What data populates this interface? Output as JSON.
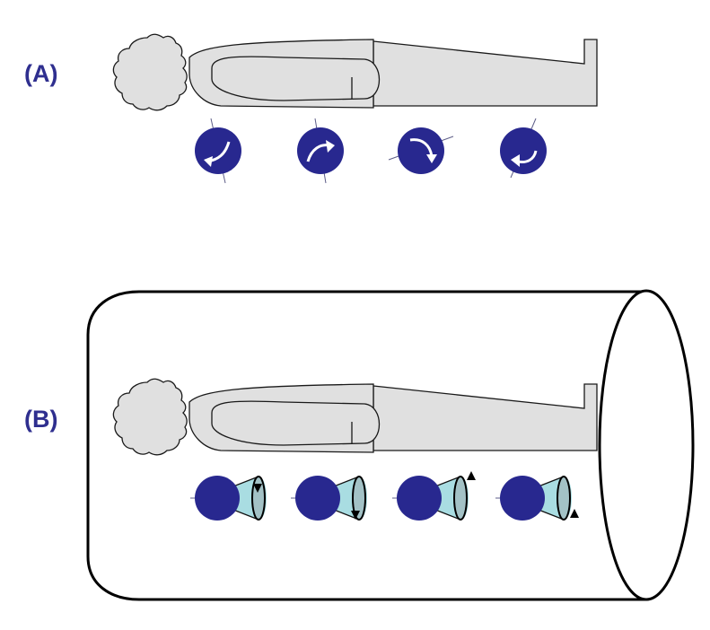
{
  "labels": {
    "panel_a": "(A)",
    "panel_b": "(B)"
  },
  "colors": {
    "label": "#2f2f8f",
    "spin": "#28288f",
    "body_fill": "#e0e0e0",
    "cone_fill": "#a9dde2",
    "cone_end": "#a3c2c6"
  },
  "panel_a_spins": [
    {
      "name": "spin-1",
      "axis_angle_deg": 14,
      "arrow": "curved-down-left"
    },
    {
      "name": "spin-2",
      "axis_angle_deg": -10,
      "arrow": "curved-up-right"
    },
    {
      "name": "spin-3",
      "axis_angle_deg": -68,
      "arrow": "curved-down-right"
    },
    {
      "name": "spin-4",
      "axis_angle_deg": 40,
      "arrow": "curved-left"
    }
  ],
  "panel_b_spins": [
    {
      "name": "precessing-spin-1",
      "arrow": "down-on-back"
    },
    {
      "name": "precessing-spin-2",
      "arrow": "down-on-front"
    },
    {
      "name": "precessing-spin-3",
      "arrow": "up-on-front"
    },
    {
      "name": "precessing-spin-4",
      "arrow": "up-on-back"
    }
  ]
}
